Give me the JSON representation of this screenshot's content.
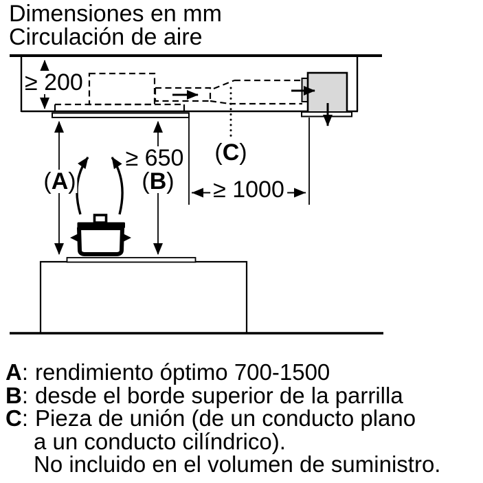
{
  "header": {
    "title": "Dimensiones en mm",
    "subtitle": "Circulación de aire"
  },
  "dimensions": {
    "ceiling_clearance": "≥ 200",
    "hob_clearance": "≥ 650",
    "duct_run": "≥ 1000"
  },
  "labels": {
    "a": {
      "open": "(",
      "letter": "A",
      "close": ")"
    },
    "b": {
      "open": "(",
      "letter": "B",
      "close": ")"
    },
    "c": {
      "open": "(",
      "letter": "C",
      "close": ")"
    }
  },
  "legend": {
    "lines": [
      {
        "letter": "A",
        "sep": ":",
        "text": "rendimiento óptimo 700-1500"
      },
      {
        "letter": "B",
        "sep": ":",
        "text": "desde el borde superior de la parrilla"
      },
      {
        "letter": "C",
        "sep": ":",
        "text": "Pieza de unión (de un conducto plano"
      },
      {
        "letter": "",
        "sep": "",
        "text": "a un conducto cilíndrico)."
      },
      {
        "letter": "",
        "sep": "",
        "text": "No incluido en el volumen de suministro."
      }
    ]
  },
  "colors": {
    "ink": "#000000",
    "box_fill": "#d9d9d9",
    "background": "#ffffff"
  }
}
